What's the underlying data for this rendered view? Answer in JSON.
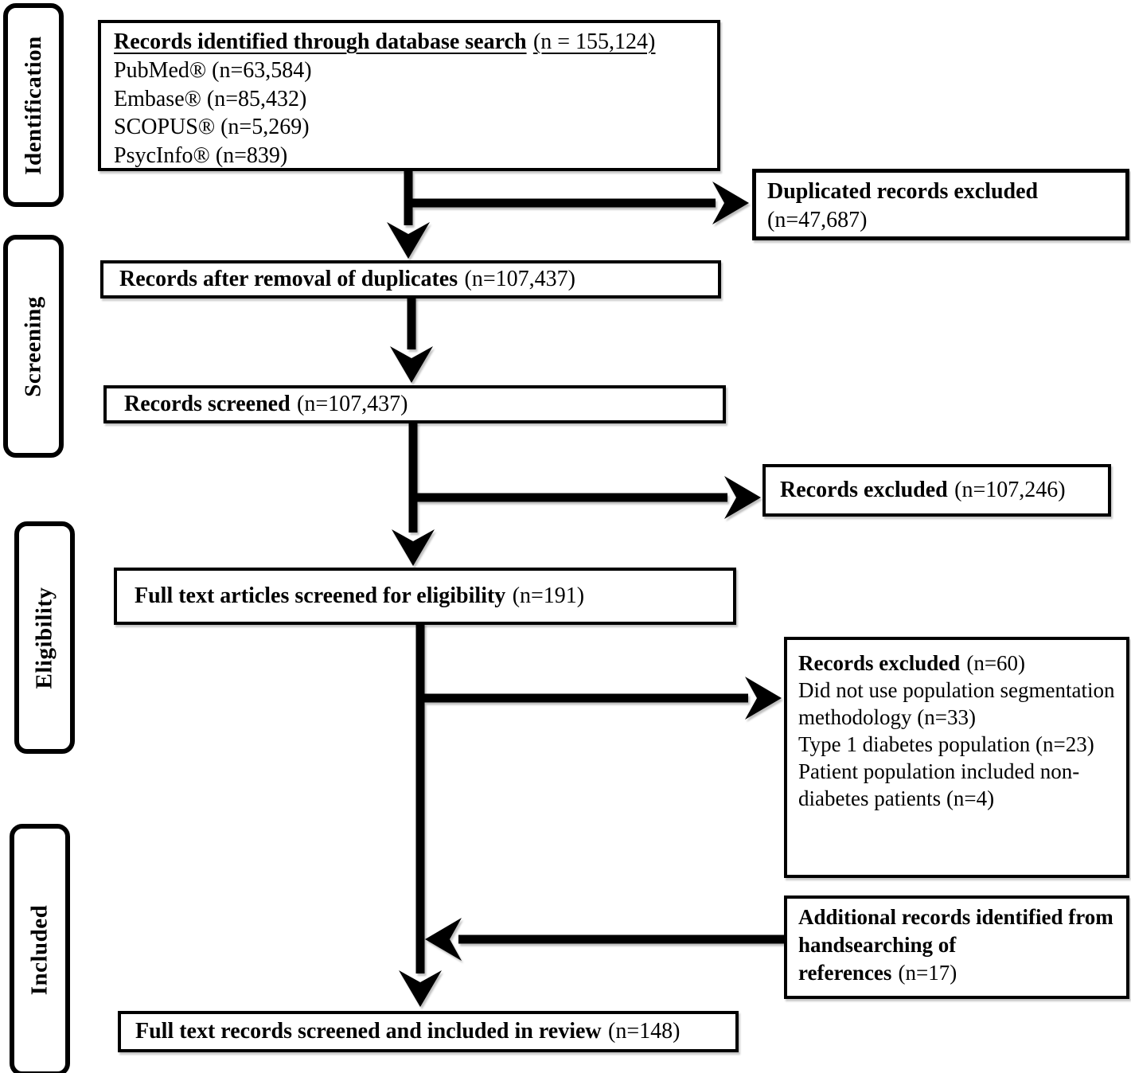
{
  "colors": {
    "ink": "#000000",
    "paper": "#ffffff"
  },
  "sidebar": {
    "stages": [
      {
        "label": "Identification"
      },
      {
        "label": "Screening"
      },
      {
        "label": "Eligibility"
      },
      {
        "label": "Included"
      }
    ]
  },
  "boxes": {
    "identified": {
      "title": "Records identified through database search",
      "count": "(n = 155,124)",
      "sources": [
        "PubMed® (n=63,584)",
        "Embase® (n=85,432)",
        "SCOPUS® (n=5,269)",
        "PsycInfo® (n=839)"
      ]
    },
    "duplicates_excluded": {
      "label": "Duplicated records excluded",
      "count": "(n=47,687)"
    },
    "after_duplicates": {
      "label": "Records after removal of duplicates",
      "count": "(n=107,437)"
    },
    "screened": {
      "label": "Records screened",
      "count": "(n=107,437)"
    },
    "records_excluded": {
      "label": "Records excluded",
      "count": "(n=107,246)"
    },
    "fulltext": {
      "label": "Full text articles screened for eligibility",
      "count": "(n=191)"
    },
    "fulltext_excluded": {
      "label": "Records excluded",
      "count": "(n=60)",
      "reasons": [
        "Did not use population segmentation methodology (n=33)",
        "Type 1 diabetes population (n=23)",
        "Patient population included non-diabetes patients (n=4)"
      ]
    },
    "handsearch": {
      "label": "Additional records identified from handsearching of references",
      "count": "(n=17)"
    },
    "included": {
      "label": "Full text records screened and included in review",
      "count": "(n=148)"
    }
  }
}
